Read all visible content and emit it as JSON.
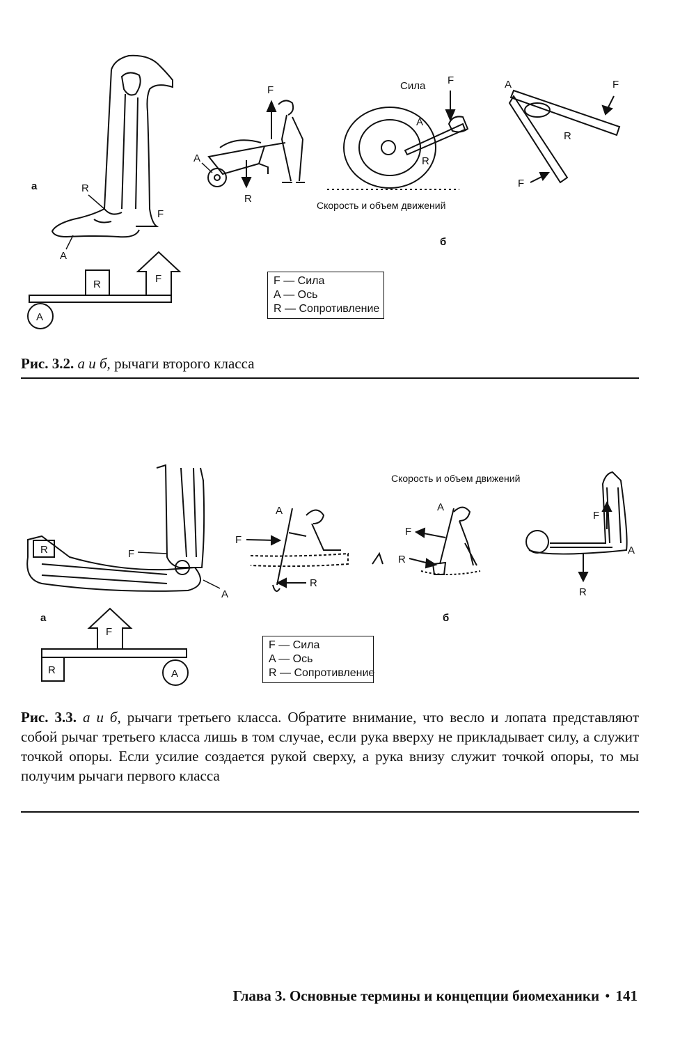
{
  "fig32": {
    "panel_a": "а",
    "panel_b": "б",
    "label_A": "A",
    "label_R": "R",
    "label_F": "F",
    "sila": "Сила",
    "speed": "Скорость и объем движений",
    "legend": [
      "F — Сила",
      "A — Ось",
      "R — Сопротивление"
    ],
    "caption_num": "Рис. 3.2.",
    "caption_ab": "а и б,",
    "caption_text": "рычаги второго класса"
  },
  "fig33": {
    "panel_a": "а",
    "panel_b": "б",
    "label_A": "A",
    "label_R": "R",
    "label_F": "F",
    "speed": "Скорость и объем движений",
    "legend": [
      "F — Сила",
      "A — Ось",
      "R — Сопротивление"
    ],
    "caption_num": "Рис. 3.3.",
    "caption_ab": "а и б,",
    "caption_text": "рычаги третьего класса. Обратите внимание, что весло и лопата представляют собой рычаг третьего класса лишь в том случае, если рука вверху не прикладывает силу, а служит точкой опоры. Если усилие создается рукой сверху, а рука внизу служит точкой опоры, то мы получим рычаги первого класса"
  },
  "footer": {
    "chapter": "Глава 3. Основные термины и концепции биомеханики",
    "bullet": "•",
    "page": "141"
  }
}
